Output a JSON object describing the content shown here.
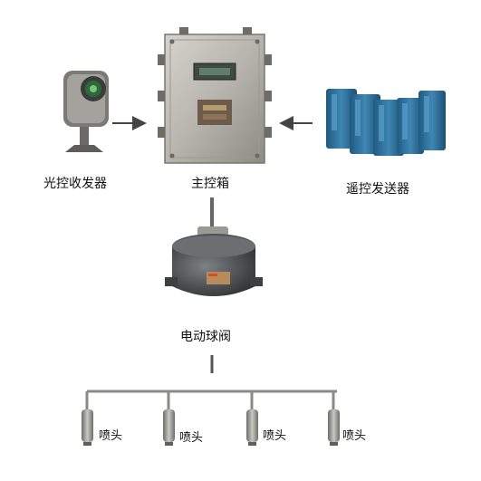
{
  "diagram": {
    "components": {
      "light_transceiver": "光控收发器",
      "main_control_box": "主控箱",
      "remote_transmitter": "遥控发送器",
      "electric_ball_valve": "电动球阀"
    },
    "nozzles": [
      "喷头",
      "喷头",
      "喷头",
      "喷头"
    ]
  },
  "colors": {
    "stainless": "#b7b4ae",
    "steel_dark": "#4d4d4f",
    "transmitter_blue": "#2f6f9a",
    "valve_body": "#5a5e60",
    "arrow": "#444444",
    "pipe": "#8a8a86"
  }
}
